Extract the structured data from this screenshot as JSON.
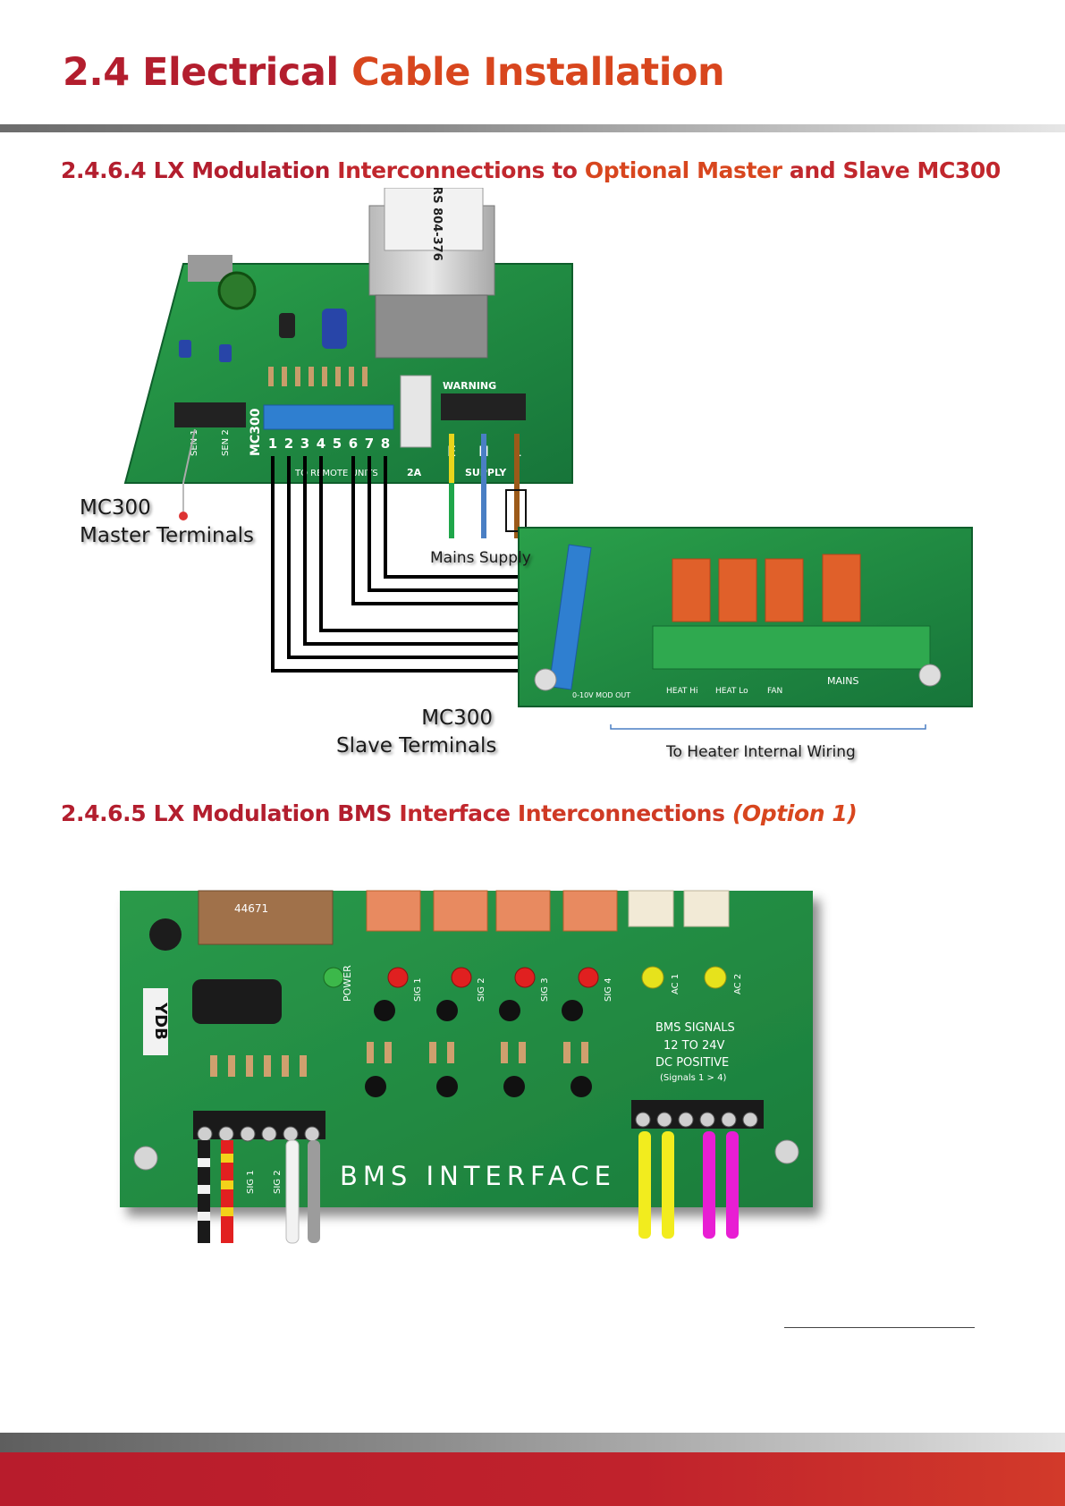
{
  "page": {
    "title_part1": "2.4 Electrical ",
    "title_part2": "Cable Installation"
  },
  "section1": {
    "t1": "2.4.6.4 LX Modulation ",
    "t2": "Interconnections to ",
    "t3": "Optional Master ",
    "t4": "and Slave MC300"
  },
  "section2": {
    "t1": "2.4.6.5 LX Modulation BMS ",
    "t2": "Interface ",
    "t3": "Interconnections ",
    "t4": "(Option 1)"
  },
  "diagram1": {
    "master_line1": "MC300",
    "master_line2": "Master Terminals",
    "mains_supply": "Mains Supply",
    "slave_line1": "MC300",
    "slave_line2": "Slave Terminals",
    "heater_wiring": "To Heater Internal Wiring",
    "board_model": "MC300",
    "warning": "WARNING",
    "remote_units": "TO REMOTE UNITS",
    "supply": "SUPPLY",
    "fuse_rating": "2A",
    "sen1": "SEN 1",
    "sen2": "SEN 2",
    "terminals": [
      "1",
      "2",
      "3",
      "4",
      "5",
      "6",
      "7",
      "8"
    ],
    "mains_terminals": [
      "E",
      "N",
      "L"
    ],
    "transformer_code": "RS 804-376",
    "slave_mains": "MAINS",
    "slave_labels": [
      "HEAT Hi",
      "HEAT Lo",
      "FAN"
    ],
    "slave_mod_out": "0-10V MOD OUT"
  },
  "diagram2": {
    "title": "BMS INTERFACE",
    "signals_line1": "BMS SIGNALS",
    "signals_line2": "12 TO 24V",
    "signals_line3": "DC POSITIVE",
    "signals_line4": "(Signals 1 > 4)",
    "power": "POWER",
    "sig_labels": [
      "SIG 1",
      "SIG 2",
      "SIG 3",
      "SIG 4"
    ],
    "ac_labels": [
      "AC 1",
      "AC 2"
    ],
    "bottom_sig": [
      "SIG 1",
      "SIG 2"
    ],
    "board_tag": "YDB",
    "part_no": "44671"
  },
  "colors": {
    "pcb_green": "#1f8a3c",
    "terminal_blue": "#2f7fd0",
    "relay_orange": "#e0602a",
    "brand_red": "#b31e2e",
    "brand_orange": "#d8461e"
  }
}
